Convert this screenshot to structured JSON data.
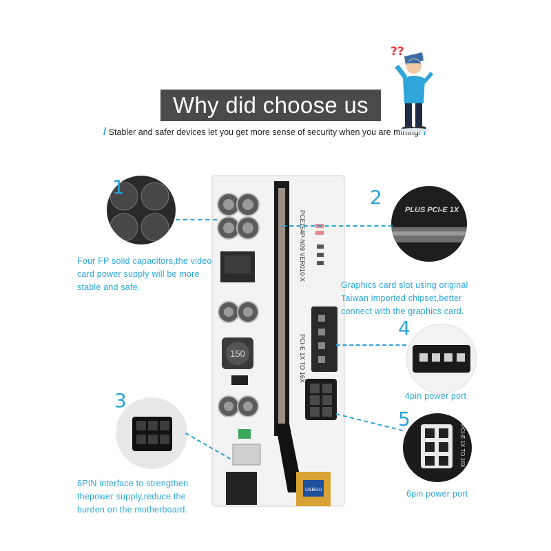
{
  "header": {
    "title": "Why did choose us",
    "subtitle": "Stabler and safer devices let you get more sense of security when you are mining!",
    "mark": "??"
  },
  "board": {
    "model_text": "PCE164P-N09 VER010-X",
    "slot_text": "PCI-E 1X TO 16X",
    "inductor_text": "150",
    "chip_text": "USB3.0"
  },
  "features": [
    {
      "number": "1",
      "text": "Four FP solid capacitors,the video card power supply will be more stable and safe."
    },
    {
      "number": "2",
      "text": "Graphics card slot using original Taiwan imported chipset,better connect with the graphics card.",
      "zoom_text": "PLUS PCI-E 1X"
    },
    {
      "number": "3",
      "text": "6PIN interface to strengthen thepower supply,reduce the burden on the motherboard."
    },
    {
      "number": "4",
      "text": "4pin power port"
    },
    {
      "number": "5",
      "text": "6pin power port",
      "zoom_text": "PCI-E 1X TO 16X"
    }
  ],
  "colors": {
    "accent": "#29a3d6",
    "title_bg": "#4a4a4a",
    "board": "#f2f2f2",
    "slot": "#1a1a1a"
  }
}
